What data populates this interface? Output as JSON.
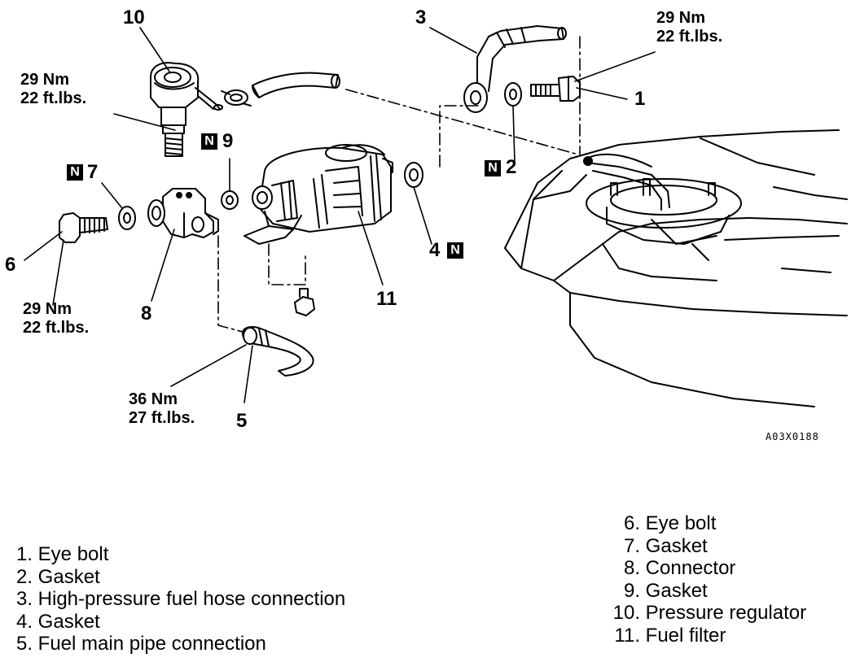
{
  "callouts": {
    "c1": "1",
    "c2": "2",
    "c3": "3",
    "c4": "4",
    "c5": "5",
    "c6": "6",
    "c7": "7",
    "c8": "8",
    "c9": "9",
    "c10": "10",
    "c11": "11",
    "new_part_marker": "N"
  },
  "torques": {
    "regulator": [
      "29 Nm",
      "22 ft.lbs."
    ],
    "eye_bolt_1": [
      "29 Nm",
      "22 ft.lbs."
    ],
    "eye_bolt_6": [
      "29 Nm",
      "22 ft.lbs."
    ],
    "main_pipe": [
      "36 Nm",
      "27 ft.lbs."
    ]
  },
  "figure_code": "A03X0188",
  "legend": [
    {
      "num": "1.",
      "text": "Eye bolt"
    },
    {
      "num": "2.",
      "text": "Gasket"
    },
    {
      "num": "3.",
      "text": "High-pressure fuel hose connection"
    },
    {
      "num": "4.",
      "text": "Gasket"
    },
    {
      "num": "5.",
      "text": "Fuel main pipe connection"
    },
    {
      "num": "6.",
      "text": "Eye bolt"
    },
    {
      "num": "7.",
      "text": "Gasket"
    },
    {
      "num": "8.",
      "text": "Connector"
    },
    {
      "num": "9.",
      "text": "Gasket"
    },
    {
      "num": "10.",
      "text": "Pressure regulator"
    },
    {
      "num": "11.",
      "text": "Fuel filter"
    }
  ]
}
